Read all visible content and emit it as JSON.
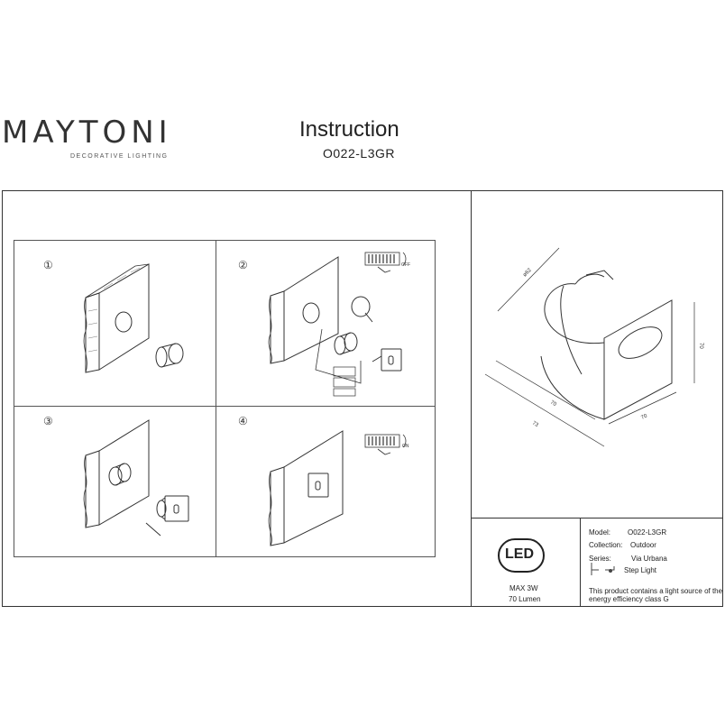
{
  "header": {
    "brand": "MAYTONI",
    "brand_sub": "DECORATIVE LIGHTING",
    "title": "Instruction",
    "model": "O022-L3GR"
  },
  "steps": [
    {
      "num": "①"
    },
    {
      "num": "②"
    },
    {
      "num": "③"
    },
    {
      "num": "④"
    }
  ],
  "dimensions": {
    "diameter": "ø62",
    "height": "70",
    "width_front": "70",
    "depth": "70",
    "total": "73"
  },
  "led_badge": {
    "logo": "LED",
    "power": "MAX 3W",
    "lumen": "70 Lumen"
  },
  "specs": {
    "model_label": "Model:",
    "model_value": "O022-L3GR",
    "collection_label": "Collection:",
    "collection_value": "Outdoor",
    "series_label": "Series:",
    "series_value": "Via Urbana",
    "type_value": "Step Light",
    "energy_line1": "This product contains a light source of the",
    "energy_line2": "energy efficiency class G"
  },
  "switch_labels": {
    "off": "OFF",
    "on": "ON"
  }
}
